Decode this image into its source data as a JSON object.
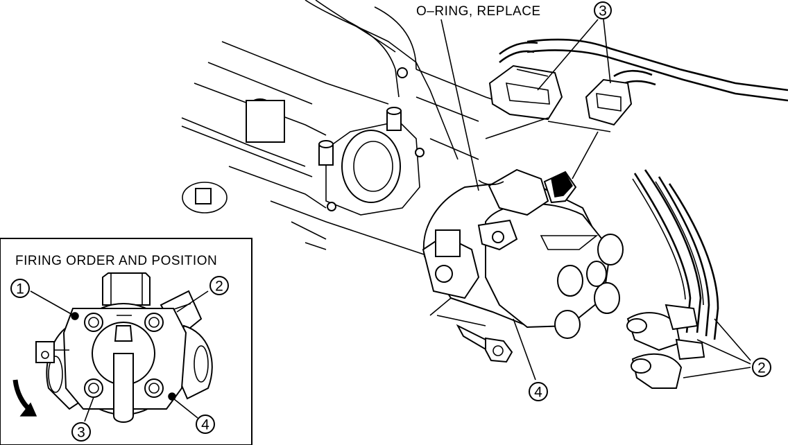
{
  "labels": {
    "oring": "O–RING, REPLACE",
    "inset_title": "FIRING ORDER AND POSITION"
  },
  "callouts": {
    "c1": "1",
    "c2_inset": "2",
    "c3_inset": "3",
    "c4_inset": "4",
    "c3_main": "3",
    "c4_main": "4",
    "c2_main": "2"
  },
  "colors": {
    "ink": "#000000",
    "paper": "#ffffff"
  }
}
